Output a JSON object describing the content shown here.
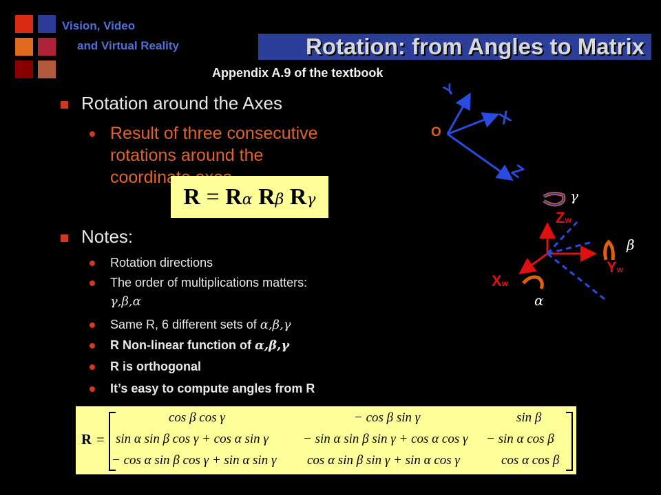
{
  "logo": {
    "line1": "Vision, Video",
    "line2": "and Virtual Reality"
  },
  "header": {
    "title": "Rotation: from Angles to Matrix",
    "subtitle": "Appendix A.9 of the textbook"
  },
  "content": {
    "heading1": "Rotation around the Axes",
    "sub1_line1": "Result of three consecutive",
    "sub1_line2": "rotations around the",
    "sub1_line3": "coordinate axes",
    "heading2": "Notes:",
    "notes": {
      "n1": "Rotation directions",
      "n2": "The order of multiplications matters:",
      "n2_greek": "γ,β,α",
      "n3": "Same R, 6 different sets of ",
      "n3_greek": "α,β,γ",
      "n4": "R Non-linear function of ",
      "n4_greek": "α,β,γ",
      "n5": "R is orthogonal",
      "n6": "It’s easy to compute angles from R"
    }
  },
  "equation": {
    "R": "R",
    "eq": "=",
    "Ra": "R",
    "a": "α",
    "Rb": "R",
    "b": "β",
    "Rg": "R",
    "g": "γ"
  },
  "matrix": {
    "lhs": "R",
    "eq": "=",
    "r1c1": "cos β cos γ",
    "r1c2": "− cos β sin γ",
    "r1c3": "sin β",
    "r2c1": "sin α sin β cos γ + cos α sin γ",
    "r2c2": "− sin α sin β sin γ + cos α cos γ",
    "r2c3": "− sin α cos β",
    "r3c1": "− cos α sin β cos γ + sin α sin γ",
    "r3c2": "cos α sin β sin γ + sin α cos γ",
    "r3c3": "cos α cos β"
  },
  "diagram1": {
    "Y": "Y",
    "X": "X",
    "Z": "Z",
    "O": "O"
  },
  "diagram2": {
    "Z": "Z",
    "Y": "Y",
    "X": "X",
    "w": "w",
    "gamma": "γ",
    "beta": "β",
    "alpha": "α"
  },
  "colors": {
    "accent": "#d2381f",
    "orange_text": "#e0632a",
    "axis_blue": "#2a4be0",
    "title_bar": "#2b3f9a",
    "box": "#ffff99"
  }
}
